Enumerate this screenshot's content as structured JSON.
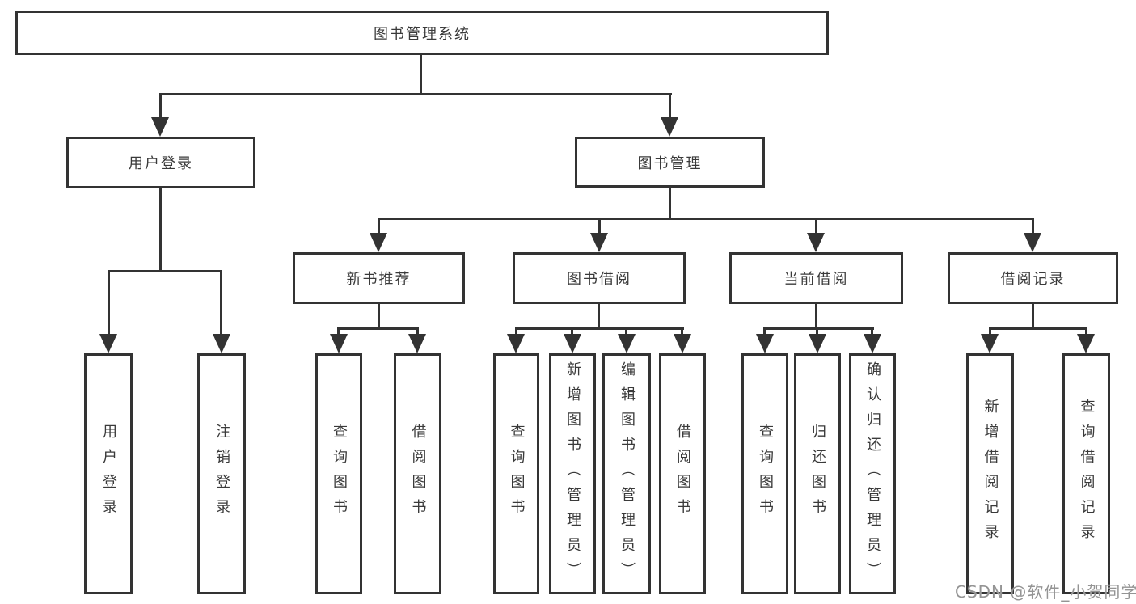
{
  "diagram": {
    "root": "图书管理系统",
    "branches": [
      {
        "label": "用户登录",
        "children": [
          "用户登录",
          "注销登录"
        ]
      },
      {
        "label": "图书管理",
        "sections": [
          {
            "label": "新书推荐",
            "children": [
              "查询图书",
              "借阅图书"
            ]
          },
          {
            "label": "图书借阅",
            "children": [
              "查询图书",
              "新增图书（管理员）",
              "编辑图书（管理员）",
              "借阅图书"
            ]
          },
          {
            "label": "当前借阅",
            "children": [
              "查询图书",
              "归还图书",
              "确认归还（管理员）"
            ]
          },
          {
            "label": "借阅记录",
            "children": [
              "新增借阅记录",
              "查询借阅记录"
            ]
          }
        ]
      }
    ]
  },
  "watermark": "CSDN @软件_小贺同学",
  "colors": {
    "line": "#333333",
    "text": "#3a3a3a",
    "background": "#ffffff",
    "watermark": "#949494"
  }
}
